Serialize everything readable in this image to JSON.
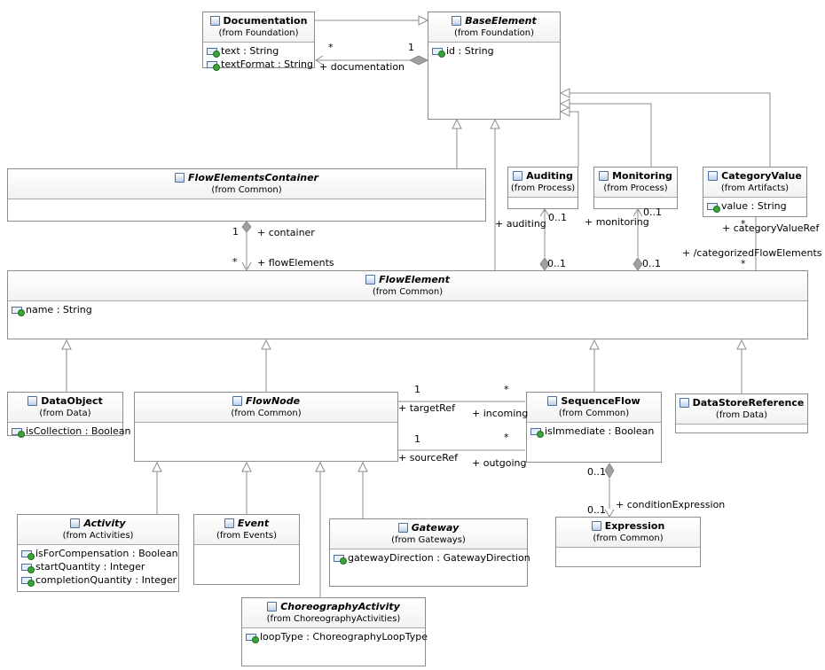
{
  "classes": {
    "documentation": {
      "name": "Documentation",
      "from": "(from Foundation)",
      "attrs": [
        "text : String",
        "textFormat : String"
      ]
    },
    "base_element": {
      "name": "BaseElement",
      "from": "(from Foundation)",
      "attrs": [
        "id : String"
      ]
    },
    "flow_elements_container": {
      "name": "FlowElementsContainer",
      "from": "(from Common)",
      "attrs": []
    },
    "auditing": {
      "name": "Auditing",
      "from": "(from Process)",
      "attrs": []
    },
    "monitoring": {
      "name": "Monitoring",
      "from": "(from Process)",
      "attrs": []
    },
    "category_value": {
      "name": "CategoryValue",
      "from": "(from Artifacts)",
      "attrs": [
        "value : String"
      ]
    },
    "flow_element": {
      "name": "FlowElement",
      "from": "(from Common)",
      "attrs": [
        "name : String"
      ]
    },
    "data_object": {
      "name": "DataObject",
      "from": "(from Data)",
      "attrs": [
        "isCollection : Boolean"
      ]
    },
    "flow_node": {
      "name": "FlowNode",
      "from": "(from Common)",
      "attrs": []
    },
    "sequence_flow": {
      "name": "SequenceFlow",
      "from": "(from Common)",
      "attrs": [
        "isImmediate : Boolean"
      ]
    },
    "data_store_reference": {
      "name": "DataStoreReference",
      "from": "(from Data)",
      "attrs": []
    },
    "activity": {
      "name": "Activity",
      "from": "(from Activities)",
      "attrs": [
        "isForCompensation : Boolean",
        "startQuantity : Integer",
        "completionQuantity : Integer"
      ]
    },
    "event": {
      "name": "Event",
      "from": "(from Events)",
      "attrs": []
    },
    "gateway": {
      "name": "Gateway",
      "from": "(from Gateways)",
      "attrs": [
        "gatewayDirection : GatewayDirection"
      ]
    },
    "expression": {
      "name": "Expression",
      "from": "(from Common)",
      "attrs": []
    },
    "choreography_activity": {
      "name": "ChoreographyActivity",
      "from": "(from ChoreographyActivities)",
      "attrs": [
        "loopType : ChoreographyLoopType"
      ]
    }
  },
  "labels": {
    "doc_mult_many": "*",
    "doc_mult_one": "1",
    "documentation_role": "+ documentation",
    "container_mult": "1",
    "container_role": "+ container",
    "flow_elements_mult": "*",
    "flow_elements_role": "+ flowElements",
    "auditing_role": "+ auditing",
    "auditing_mult_top": "0..1",
    "auditing_mult_bottom": "0..1",
    "monitoring_role": "+ monitoring",
    "monitoring_mult_top": "0..1",
    "monitoring_mult_bottom": "0..1",
    "category_value_mult_top": "*",
    "category_value_ref_role": "+ categoryValueRef",
    "categorized_role": "+ /categorizedFlowElements",
    "categorized_mult": "*",
    "target_mult_one": "1",
    "incoming_mult_many": "*",
    "target_ref_role": "+ targetRef",
    "incoming_role": "+ incoming",
    "source_mult_one": "1",
    "outgoing_mult_many": "*",
    "source_ref_role": "+ sourceRef",
    "outgoing_role": "+ outgoing",
    "condition_mult_top": "0..1",
    "condition_mult_bottom": "0..1",
    "condition_role": "+ conditionExpression"
  },
  "colors": {
    "line": "#8c8c8c",
    "class_border": "#8c8c8c",
    "diamond": "#a0a0a0",
    "icon_blue": "#4a6f9a",
    "icon_green": "#3aa33a"
  }
}
